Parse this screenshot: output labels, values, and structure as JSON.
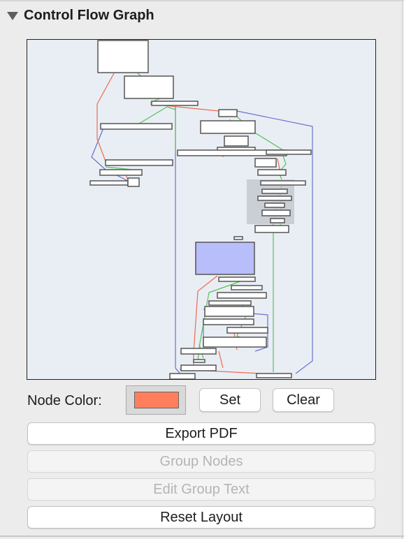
{
  "panel": {
    "title": "Control Flow Graph"
  },
  "colors": {
    "node_fill": "#ffffff",
    "node_stroke": "#555555",
    "node_highlight": "#b8befa",
    "group_fill": "#c4c9cf",
    "edge_true": "#58c05a",
    "edge_false": "#ee6a50",
    "edge_uncond": "#6b6fcf",
    "swatch": "#ff7f5c"
  },
  "node_color": {
    "label": "Node Color:",
    "set_label": "Set",
    "clear_label": "Clear"
  },
  "actions": {
    "export_pdf": "Export PDF",
    "group_nodes": "Group Nodes",
    "edit_group_text": "Edit Group Text",
    "reset_layout": "Reset Layout"
  }
}
